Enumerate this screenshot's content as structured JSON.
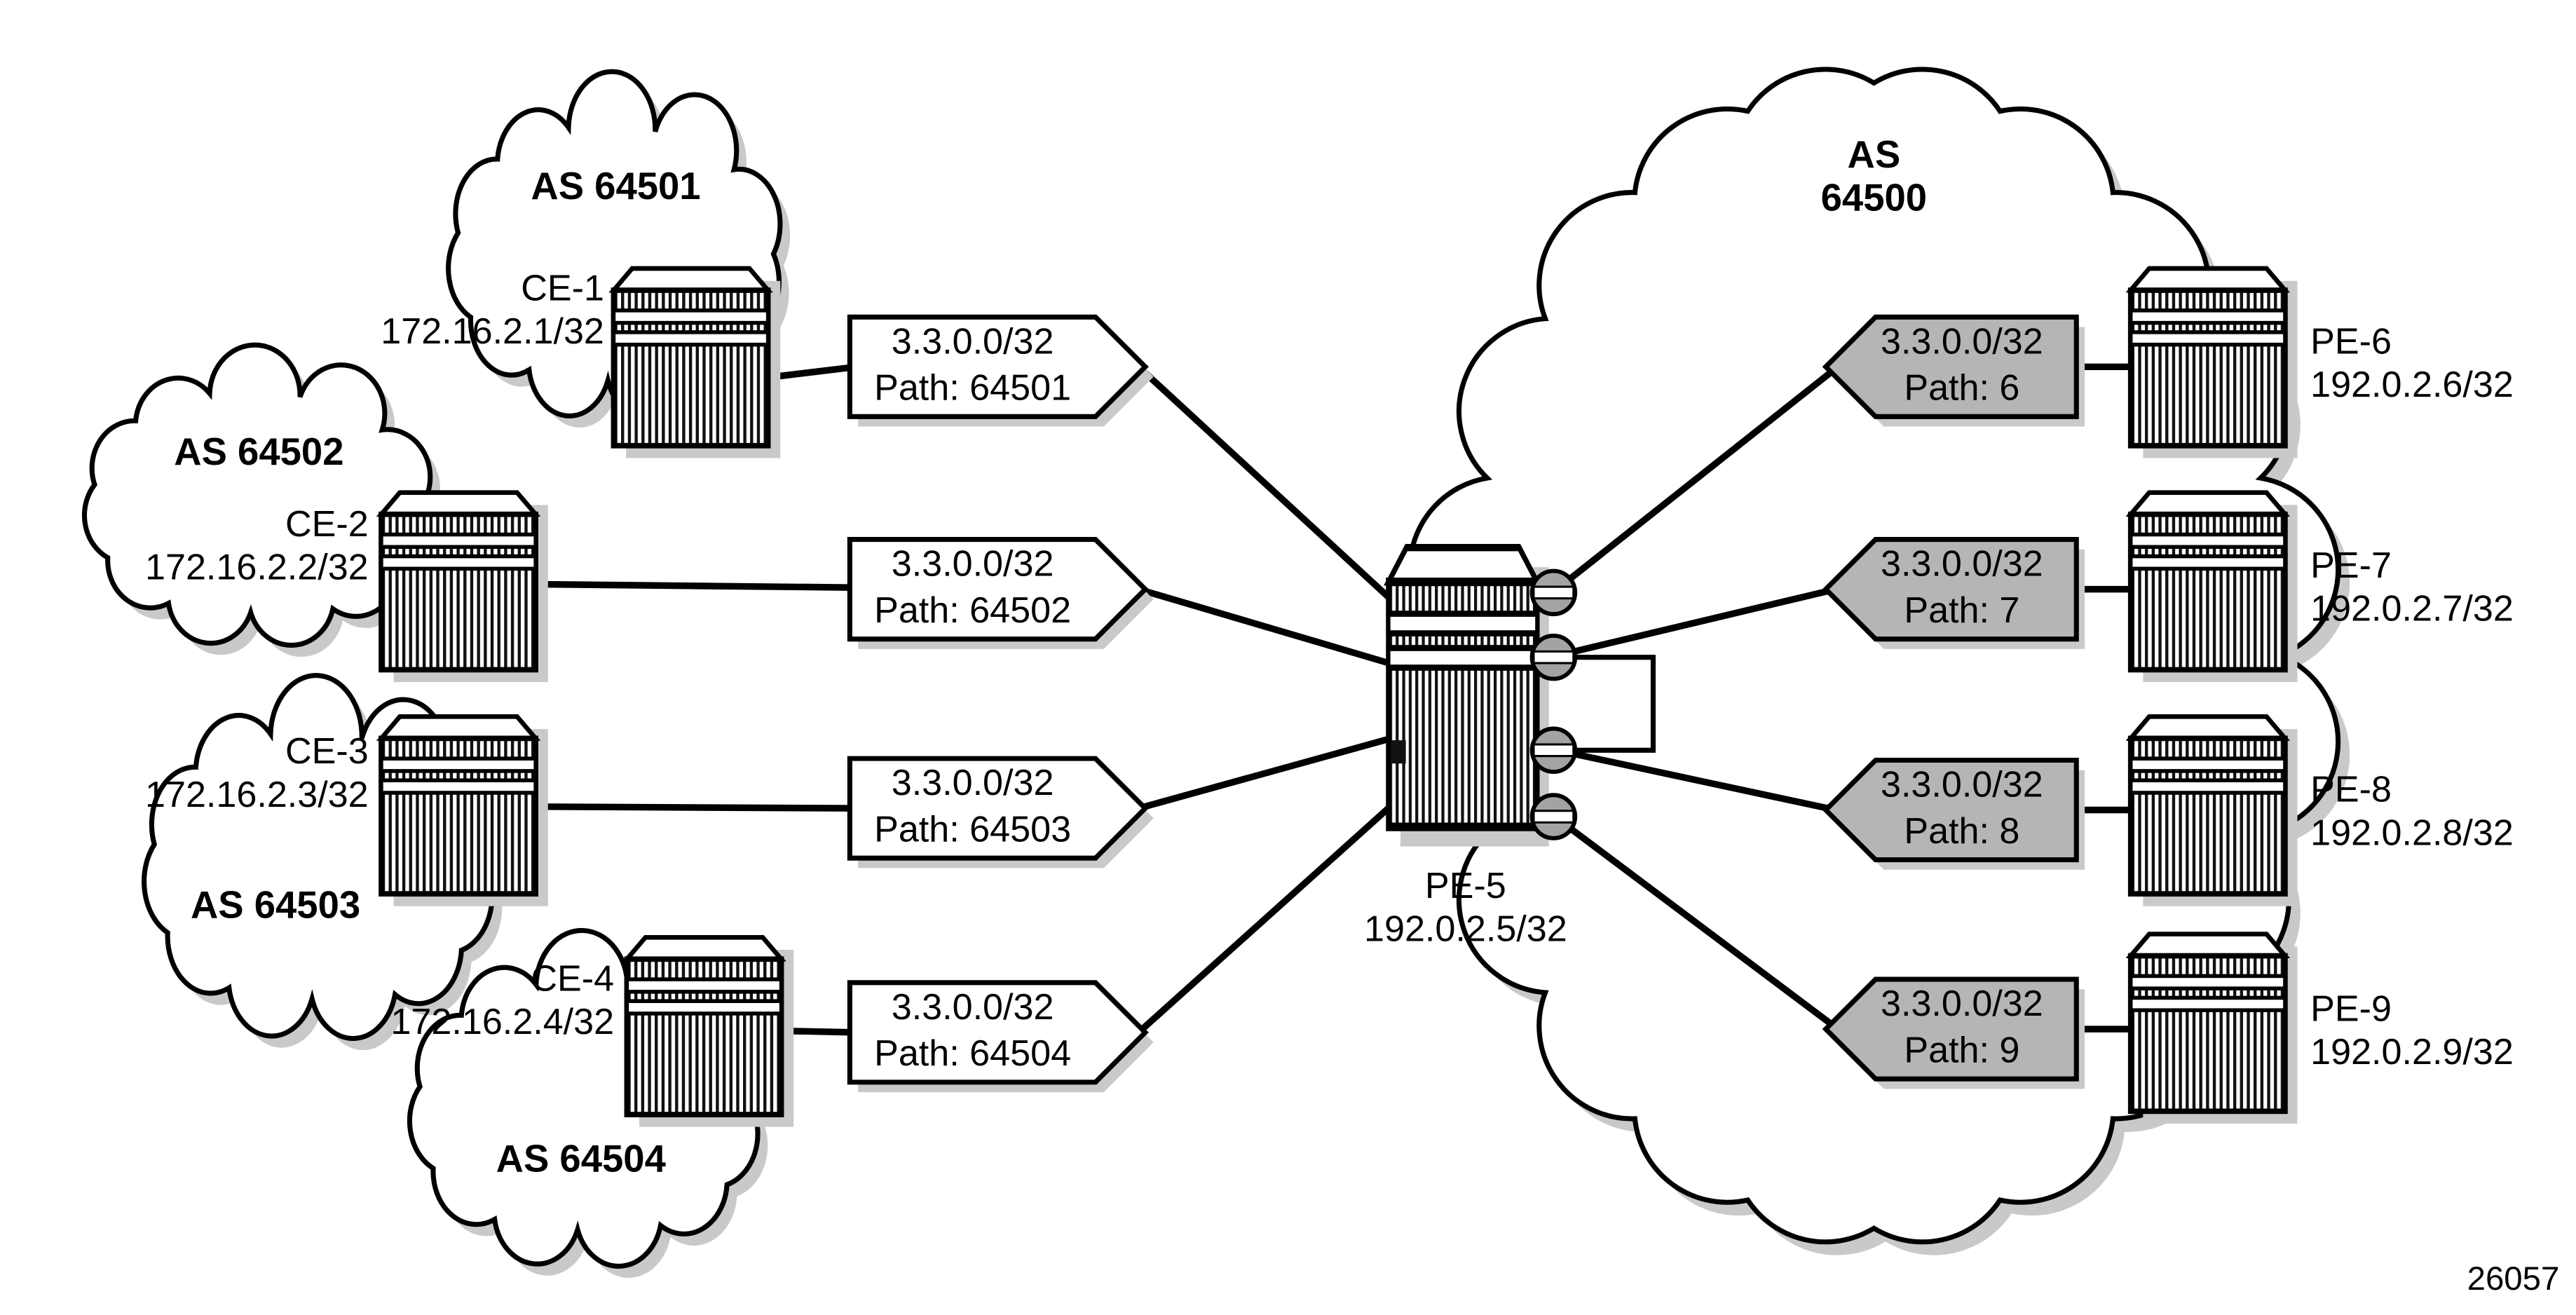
{
  "figure_number": "26057",
  "clouds": {
    "as64501": "AS 64501",
    "as64502": "AS 64502",
    "as64503": "AS 64503",
    "as64504": "AS 64504",
    "as64500_line1": "AS",
    "as64500_line2": "64500"
  },
  "ce_routers": [
    {
      "name": "CE-1",
      "address": "172.16.2.1/32",
      "advertisement": {
        "prefix": "3.3.0.0/32",
        "path": "Path: 64501"
      }
    },
    {
      "name": "CE-2",
      "address": "172.16.2.2/32",
      "advertisement": {
        "prefix": "3.3.0.0/32",
        "path": "Path: 64502"
      }
    },
    {
      "name": "CE-3",
      "address": "172.16.2.3/32",
      "advertisement": {
        "prefix": "3.3.0.0/32",
        "path": "Path: 64503"
      }
    },
    {
      "name": "CE-4",
      "address": "172.16.2.4/32",
      "advertisement": {
        "prefix": "3.3.0.0/32",
        "path": "Path: 64504"
      }
    }
  ],
  "core_router": {
    "name": "PE-5",
    "address": "192.0.2.5/32"
  },
  "pe_routers": [
    {
      "name": "PE-6",
      "address": "192.0.2.6/32",
      "advertisement": {
        "prefix": "3.3.0.0/32",
        "path": "Path: 6"
      }
    },
    {
      "name": "PE-7",
      "address": "192.0.2.7/32",
      "advertisement": {
        "prefix": "3.3.0.0/32",
        "path": "Path: 7"
      }
    },
    {
      "name": "PE-8",
      "address": "192.0.2.8/32",
      "advertisement": {
        "prefix": "3.3.0.0/32",
        "path": "Path: 8"
      }
    },
    {
      "name": "PE-9",
      "address": "192.0.2.9/32",
      "advertisement": {
        "prefix": "3.3.0.0/32",
        "path": "Path: 9"
      }
    }
  ],
  "colors": {
    "line": "#000000",
    "advert_sent_fill": "#ffffff",
    "advert_received_fill": "#b5b5b5",
    "shadow": "#c9c9c9",
    "port_fill": "#a3a3a3"
  }
}
